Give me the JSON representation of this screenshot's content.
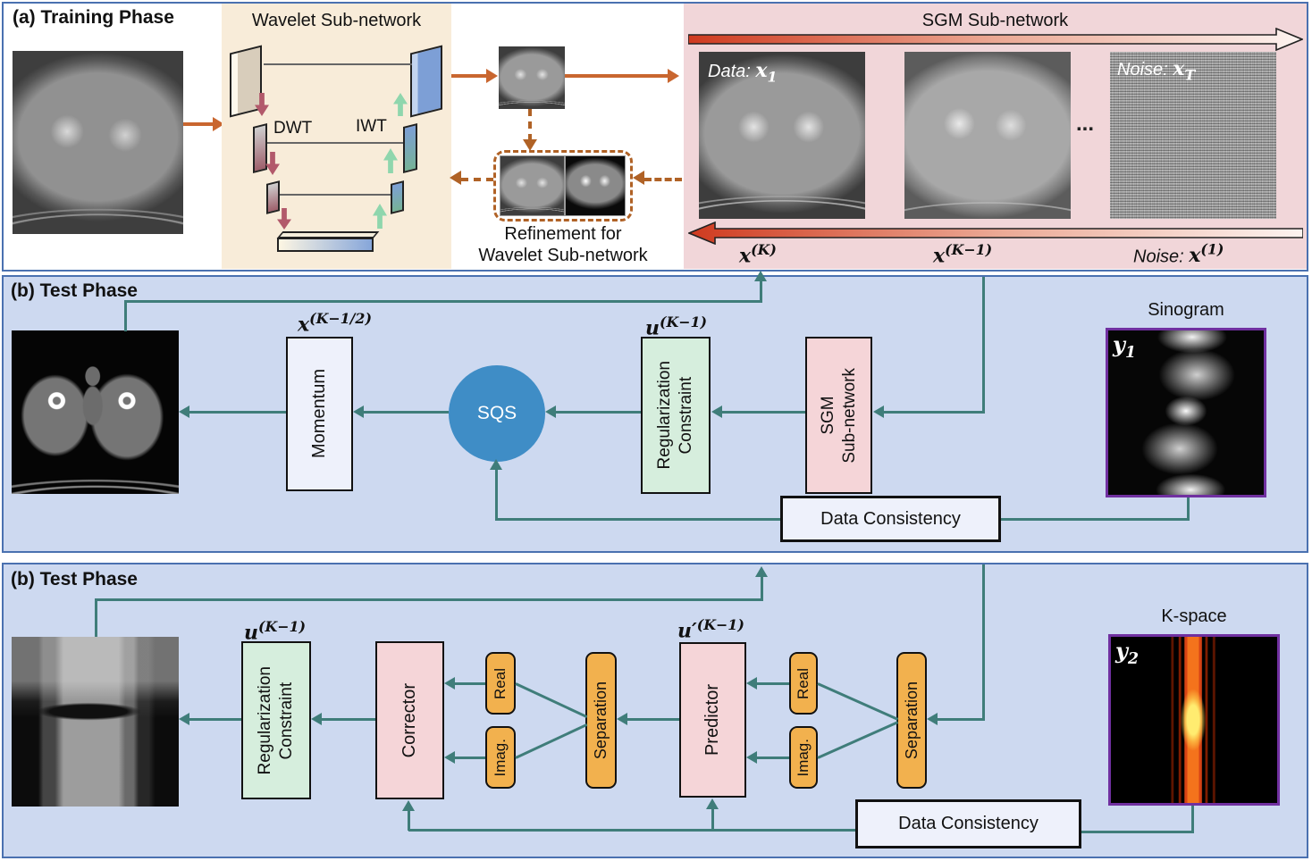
{
  "colors": {
    "teal_arrow": "#3f7d7a",
    "orange_arrow": "#c9662f",
    "dashed_orange": "#b06226",
    "purple_border": "#7030a0",
    "section_border": "#4a71b0",
    "section_bg": "#cdd9f0",
    "wavelet_panel_bg": "#f8ecd9",
    "sgm_panel_bg": "#f1d6d9",
    "pink_box": "#f5d5d8",
    "green_box": "#d6eedd",
    "light_box": "#eef1fb",
    "orange_box": "#f2b14e",
    "sqs_circle": "#3f8dc6",
    "red_wavelet_arrow": "#b2596b",
    "green_wavelet_arrow": "#8fd6ad"
  },
  "training": {
    "title": "(a)  Training Phase",
    "wavelet": {
      "title": "Wavelet Sub-network",
      "dwt": "DWT",
      "iwt": "IWT"
    },
    "refinement_line1": "Refinement for",
    "refinement_line2": "Wavelet Sub-network",
    "sgm": {
      "title": "SGM Sub-network",
      "data_label": {
        "prefix": "Data: ",
        "symbol": "x",
        "sub": "1"
      },
      "noise_label": {
        "prefix": "Noise: ",
        "symbol": "x",
        "sub": "T"
      },
      "dots": "...",
      "xk": {
        "symbol": "x",
        "sup": "(K)"
      },
      "xkm1": {
        "symbol": "x",
        "sup": "(K−1)"
      },
      "noise1": {
        "prefix": "Noise: ",
        "symbol": "x",
        "sup": "(1)"
      }
    }
  },
  "test1": {
    "title": "(b)  Test Phase",
    "xk_half": {
      "symbol": "x",
      "sup": "(K−1/2)"
    },
    "momentum": "Momentum",
    "sqs": "SQS",
    "u_km1": {
      "symbol": "u",
      "sup": "(K−1)"
    },
    "reg_constraint": "Regularization\nConstraint",
    "sgm_box": "SGM\nSub-network",
    "data_consistency": "Data Consistency",
    "sinogram_title": "Sinogram",
    "y1": {
      "symbol": "y",
      "sub": "1"
    }
  },
  "test2": {
    "title": "(b)  Test Phase",
    "u_km1": {
      "symbol": "u",
      "sup": "(K−1)"
    },
    "reg_constraint": "Regularization\nConstraint",
    "corrector": "Corrector",
    "real1": "Real",
    "imag1": "Imag.",
    "separation1": "Separation",
    "u_prime": {
      "symbol": "u′",
      "sup": "(K−1)"
    },
    "predictor": "Predictor",
    "real2": "Real",
    "imag2": "Imag.",
    "separation2": "Separation",
    "data_consistency": "Data Consistency",
    "kspace_title": "K-space",
    "y2": {
      "symbol": "y",
      "sub": "2"
    }
  }
}
